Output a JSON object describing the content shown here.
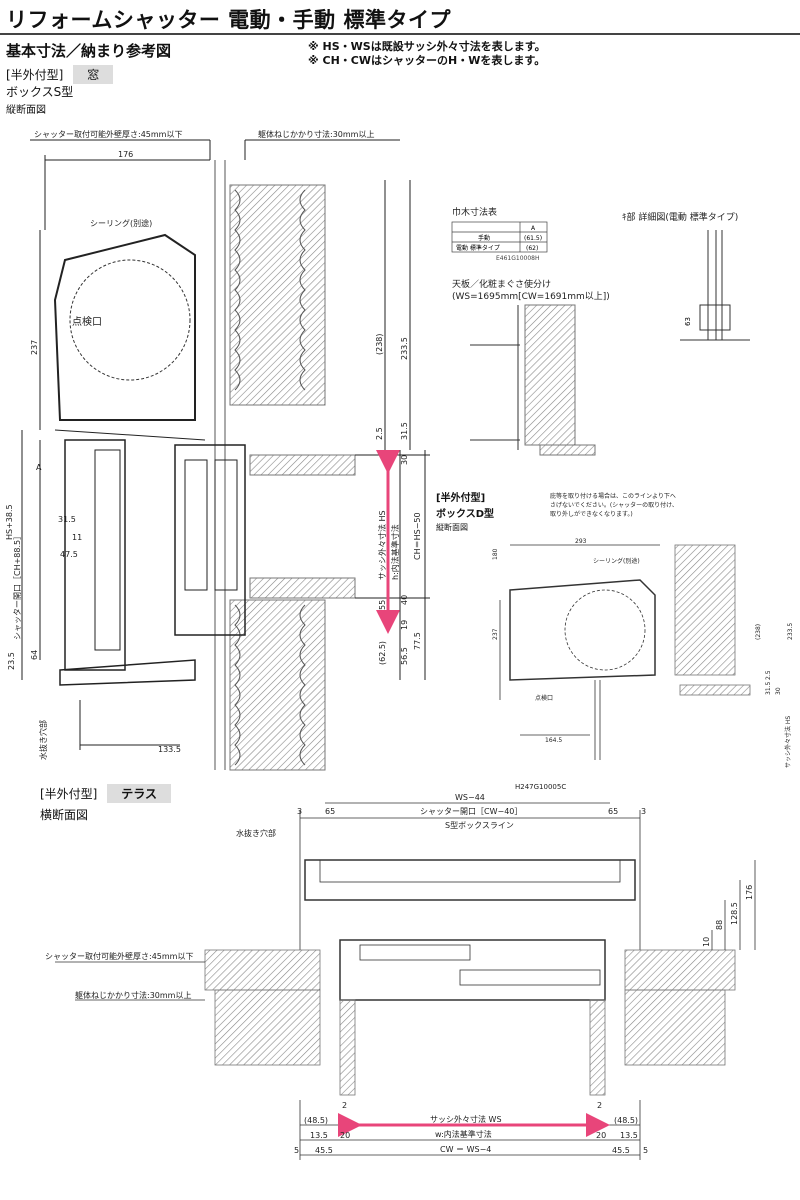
{
  "title": "リフォームシャッター 電動・手動 標準タイプ",
  "heading": "基本寸法／納まり参考図",
  "notes": [
    "※ HS・WSは既設サッシ外々寸法を表します。",
    "※ CH・CWはシャッターのH・Wを表します。"
  ],
  "section_a": {
    "type_label": "[半外付型]",
    "type_value": "窓",
    "box": "ボックスS型",
    "view": "縦断面図",
    "top_notes": [
      "シャッター取付可能外壁厚さ:45mm以下",
      "躯体ねじかかり寸法:30mm以上"
    ],
    "labels": {
      "sealing": "シーリング(別途)",
      "inspection": "点検口",
      "drain": "水抜き穴部",
      "sash_outer": "サッシ外々寸法 HS",
      "inner_std": "h:内法基準寸法",
      "ch": "CH＝HS−50",
      "shutter_opening": "シャッター開口［CH+88.5］",
      "hs_plus": "HS+38.5",
      "marker_a": "A"
    },
    "dims": [
      "176",
      "237",
      "31.5",
      "11",
      "47.5",
      "64",
      "23.5",
      "133.5",
      "(238)",
      "233.5",
      "2.5",
      "31.5",
      "30",
      "55",
      "40",
      "19",
      "(62.5)",
      "56.5",
      "77.5"
    ]
  },
  "baseboard": {
    "title": "巾木寸法表",
    "header": "A",
    "rows": [
      [
        "手動",
        "(61.5)"
      ],
      [
        "電動 標準タイプ",
        "(62)"
      ]
    ],
    "code": "E461G10008H"
  },
  "ceiling": {
    "title": "天板／化粧まぐさ使分け",
    "sub": "(WS=1695mm[CW=1691mm以上])"
  },
  "detail": {
    "title": "ｷ部 詳細図(電動 標準タイプ)",
    "dim": "63"
  },
  "section_d": {
    "type_label": "[半外付型]",
    "box": "ボックスD型",
    "view": "縦断面図",
    "note": [
      "庇等を取り付ける場合は、このラインより下へ",
      "さげないでください。(シャッターの取り付け、",
      "取り外しができなくなります。)"
    ],
    "labels": {
      "sealing": "シーリング(別途)",
      "inspection": "点検口",
      "sash": "サッシ外々寸法 HS"
    },
    "dims": [
      "293",
      "180",
      "237",
      "(238)",
      "233.5",
      "31.5",
      "30",
      "2.5",
      "164.5"
    ]
  },
  "section_b": {
    "type_label": "[半外付型]",
    "type_value": "テラス",
    "view": "横断面図",
    "code": "H247G10005C",
    "labels": {
      "ws44": "WS−44",
      "opening": "シャッター開口［CW−40］",
      "boxline": "S型ボックスライン",
      "drain": "水抜き穴部",
      "wall": "シャッター取付可能外壁厚さ:45mm以下",
      "screw": "躯体ねじかかり寸法:30mm以上",
      "sash": "サッシ外々寸法 WS",
      "inner": "w:内法基準寸法",
      "cw": "CW ＝ WS−4"
    },
    "dims": [
      "3",
      "65",
      "65",
      "3",
      "176",
      "128.5",
      "88",
      "10",
      "(48.5)",
      "(48.5)",
      "2",
      "2",
      "13.5",
      "13.5",
      "20",
      "20",
      "5",
      "45.5",
      "45.5",
      "5"
    ]
  },
  "colors": {
    "accent": "#e8457a",
    "insulation": "#777",
    "hatch": "#999"
  }
}
